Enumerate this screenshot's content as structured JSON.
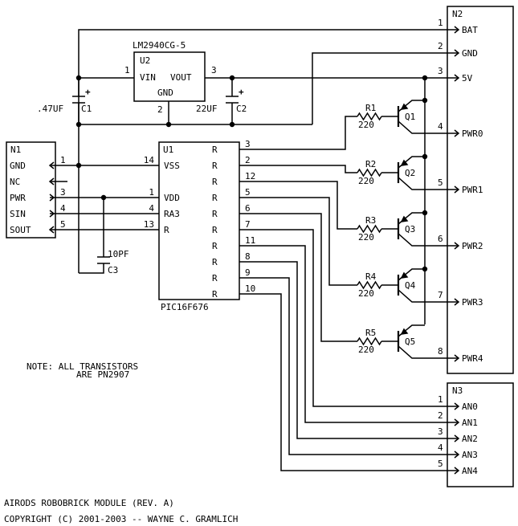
{
  "title": "AIRODS ROBOBRICK MODULE (REV. A)",
  "copyright": "COPYRIGHT (C) 2001-2003 -- WAYNE C. GRAMLICH",
  "note": {
    "line1": "NOTE: ALL TRANSISTORS",
    "line2": "ARE PN2907"
  },
  "n1": {
    "ref": "N1",
    "pins": [
      {
        "name": "GND",
        "num": "1"
      },
      {
        "name": "NC",
        "num": ""
      },
      {
        "name": "PWR",
        "num": "3"
      },
      {
        "name": "SIN",
        "num": "4"
      },
      {
        "name": "SOUT",
        "num": "5"
      }
    ]
  },
  "n2": {
    "ref": "N2",
    "pins": [
      {
        "name": "BAT",
        "num": "1"
      },
      {
        "name": "GND",
        "num": "2"
      },
      {
        "name": "5V",
        "num": "3"
      },
      {
        "name": "PWR0",
        "num": "4"
      },
      {
        "name": "PWR1",
        "num": "5"
      },
      {
        "name": "PWR2",
        "num": "6"
      },
      {
        "name": "PWR3",
        "num": "7"
      },
      {
        "name": "PWR4",
        "num": "8"
      }
    ]
  },
  "n3": {
    "ref": "N3",
    "pins": [
      {
        "name": "AN0",
        "num": "1"
      },
      {
        "name": "AN1",
        "num": "2"
      },
      {
        "name": "AN2",
        "num": "3"
      },
      {
        "name": "AN3",
        "num": "4"
      },
      {
        "name": "AN4",
        "num": "5"
      }
    ]
  },
  "u2": {
    "part": "LM2940CG-5",
    "ref": "U2",
    "vin": "VIN",
    "vout": "VOUT",
    "gnd": "GND",
    "pin_vin": "1",
    "pin_gnd": "2",
    "pin_vout": "3"
  },
  "c1": {
    "value": ".47UF",
    "ref": "C1"
  },
  "c2": {
    "value": "22UF",
    "ref": "C2"
  },
  "c3": {
    "value": "10PF",
    "ref": "C3"
  },
  "polarity_mark": "+",
  "u1": {
    "ref": "U1",
    "part": "PIC16F676",
    "left_pins": [
      {
        "name": "VSS",
        "num": "14"
      },
      {
        "name": "VDD",
        "num": "1"
      },
      {
        "name": "RA3",
        "num": "4"
      },
      {
        "name": "R",
        "num": "13"
      }
    ],
    "right_pins": [
      {
        "name": "R",
        "num": "3"
      },
      {
        "name": "R",
        "num": "2"
      },
      {
        "name": "R",
        "num": "12"
      },
      {
        "name": "R",
        "num": "5"
      },
      {
        "name": "R",
        "num": "6"
      },
      {
        "name": "R",
        "num": "7"
      },
      {
        "name": "R",
        "num": "11"
      },
      {
        "name": "R",
        "num": "8"
      },
      {
        "name": "R",
        "num": "9"
      },
      {
        "name": "R",
        "num": "10"
      }
    ]
  },
  "resistors": [
    {
      "ref": "R1",
      "value": "220"
    },
    {
      "ref": "R2",
      "value": "220"
    },
    {
      "ref": "R3",
      "value": "220"
    },
    {
      "ref": "R4",
      "value": "220"
    },
    {
      "ref": "R5",
      "value": "220"
    }
  ],
  "transistors": [
    "Q1",
    "Q2",
    "Q3",
    "Q4",
    "Q5"
  ]
}
